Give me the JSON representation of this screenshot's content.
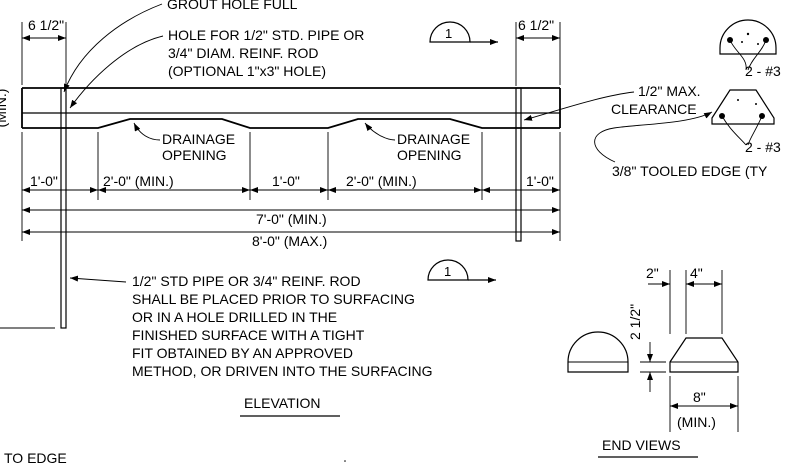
{
  "dimensions": {
    "left_end": "6 1/2\"",
    "right_end": "6 1/2\"",
    "end_seg_left": "1'-0\"",
    "drain_1": "2'-0\" (MIN.)",
    "middle": "1'-0\"",
    "drain_2": "2'-0\" (MIN.)",
    "end_seg_right": "1'-0\"",
    "overall_min": "7'-0\" (MIN.)",
    "overall_max": "8'-0\" (MAX.)",
    "left_vertical": "(MIN.)"
  },
  "notes": {
    "grout": "GROUT HOLE FULL",
    "hole_1": "HOLE FOR 1/2\" STD. PIPE OR",
    "hole_2": "3/4\" DIAM. REINF. ROD",
    "hole_3": "(OPTIONAL 1\"x3\" HOLE)",
    "drain_a_1": "DRAINAGE",
    "drain_a_2": "OPENING",
    "drain_b_1": "DRAINAGE",
    "drain_b_2": "OPENING",
    "pipe_1": "1/2\" STD PIPE OR 3/4\" REINF. ROD",
    "pipe_2": "SHALL BE PLACED PRIOR TO SURFACING",
    "pipe_3": "OR IN A HOLE DRILLED IN THE",
    "pipe_4": "FINISHED SURFACE WITH A TIGHT",
    "pipe_5": "FIT OBTAINED BY AN APPROVED",
    "pipe_6": "METHOD, OR DRIVEN INTO THE SURFACING",
    "bottom_left": "TO EDGE",
    "clear_1": "1/2\" MAX.",
    "clear_2": "CLEARANCE",
    "bars_top": "2 - #3",
    "bars_mid": "2 - #3",
    "tooled": "3/8\" TOOLED EDGE (TY"
  },
  "section_markers": {
    "top": "1",
    "bottom": "1"
  },
  "titles": {
    "elevation": "ELEVATION",
    "end_views": "END VIEWS"
  },
  "end_view_dims": {
    "top_left": "2\"",
    "top_right": "4\"",
    "height": "2 1/2\"",
    "bottom_1": "8\"",
    "bottom_2": "(MIN.)"
  }
}
